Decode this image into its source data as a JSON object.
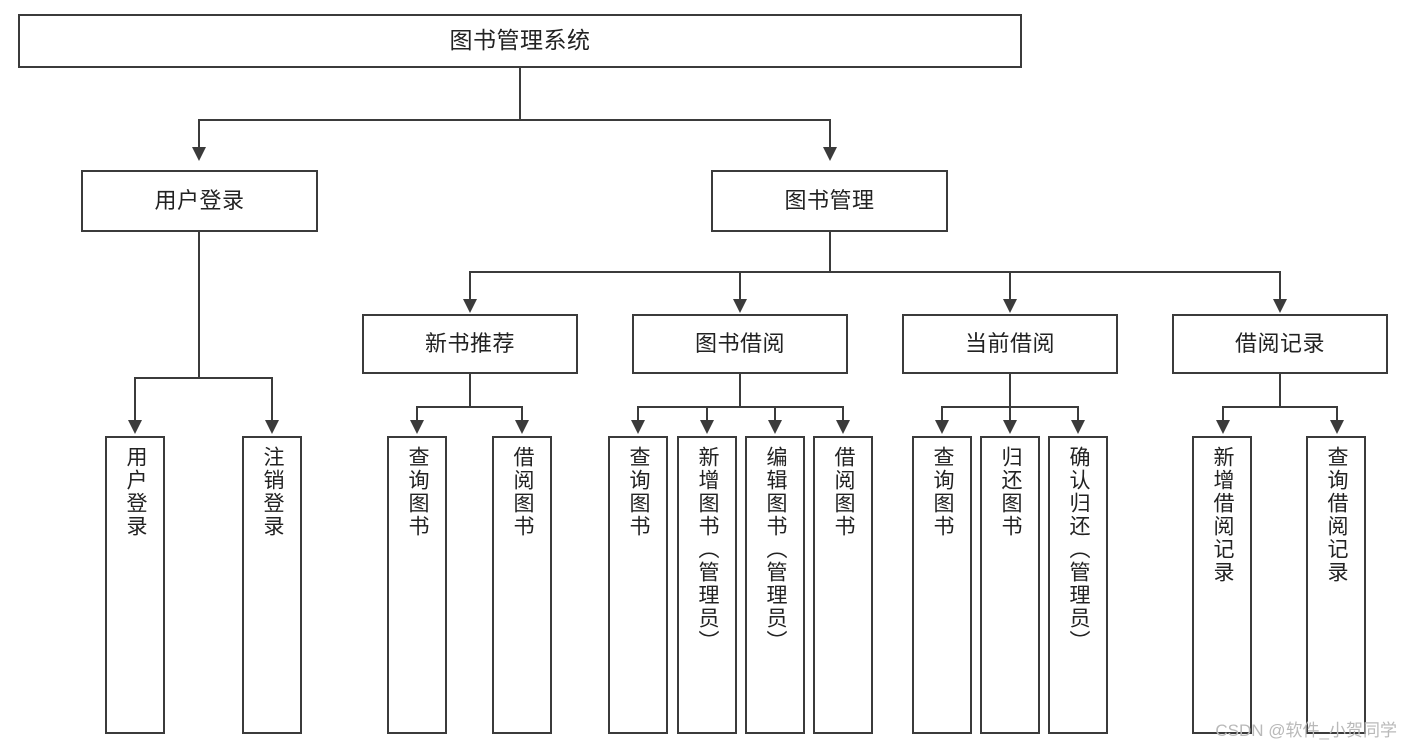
{
  "diagram": {
    "title": "图书管理系统",
    "type": "tree-hierarchy",
    "root": {
      "label": "图书管理系统"
    },
    "level2": [
      {
        "label": "用户登录"
      },
      {
        "label": "图书管理"
      }
    ],
    "level3": [
      {
        "label": "新书推荐"
      },
      {
        "label": "图书借阅"
      },
      {
        "label": "当前借阅"
      },
      {
        "label": "借阅记录"
      }
    ],
    "leaves": {
      "user_login": [
        {
          "label": "用户登录"
        },
        {
          "label": "注销登录"
        }
      ],
      "new_book_recommend": [
        {
          "label": "查询图书"
        },
        {
          "label": "借阅图书"
        }
      ],
      "book_borrow": [
        {
          "label": "查询图书"
        },
        {
          "label": "新增图书（管理员）"
        },
        {
          "label": "编辑图书（管理员）"
        },
        {
          "label": "借阅图书"
        }
      ],
      "current_borrow": [
        {
          "label": "查询图书"
        },
        {
          "label": "归还图书"
        },
        {
          "label": "确认归还（管理员）"
        }
      ],
      "borrow_record": [
        {
          "label": "新增借阅记录"
        },
        {
          "label": "查询借阅记录"
        }
      ]
    }
  },
  "watermark": {
    "text": "CSDN @软件_小贺同学"
  },
  "colors": {
    "stroke": "#3b3b3b",
    "text": "#222222",
    "background": "#ffffff",
    "watermark": "#b9b9b9"
  }
}
